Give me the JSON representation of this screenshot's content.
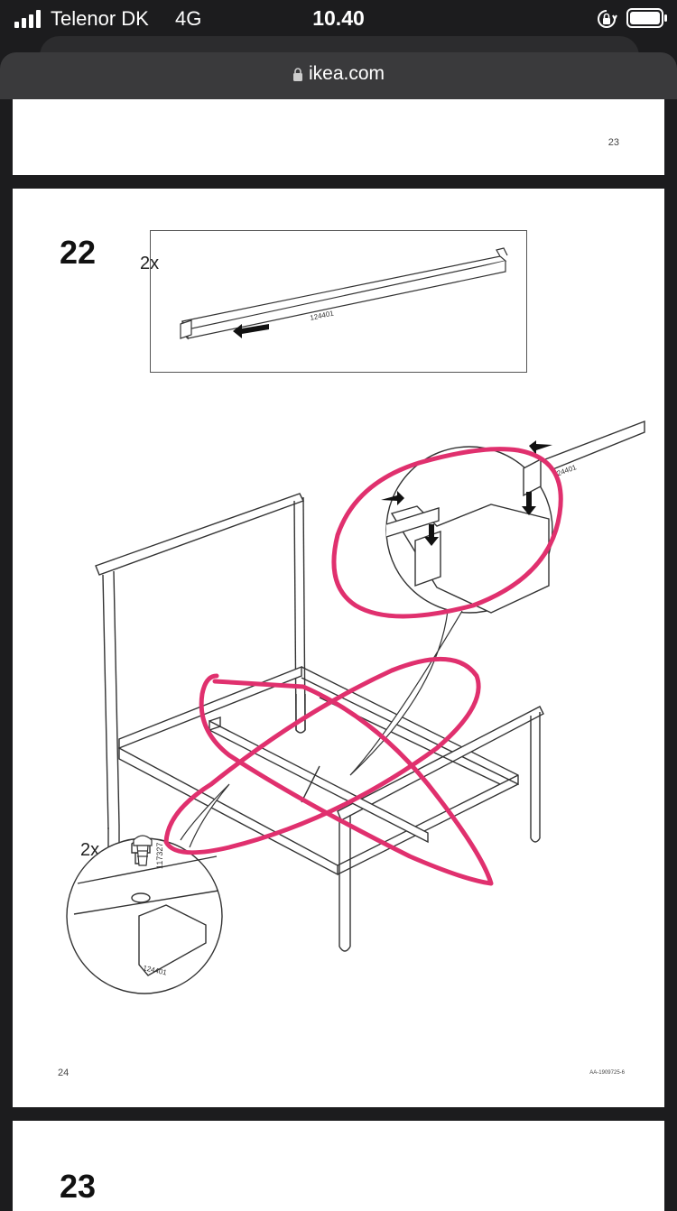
{
  "status_bar": {
    "carrier": "Telenor DK",
    "network": "4G",
    "time": "10.40"
  },
  "browser": {
    "url": "ikea.com"
  },
  "pages": {
    "top": {
      "page_number": "23"
    },
    "main": {
      "step_number": "22",
      "part_quantity": "2x",
      "part_code": "124401",
      "screw_quantity": "2x",
      "screw_code": "117327",
      "detail_part_code": "124401",
      "insert_part_code": "124401",
      "page_number": "24",
      "doc_ref": "AA-1909725-6"
    },
    "next": {
      "step_number": "23"
    }
  },
  "colors": {
    "annotation": "#e0306e",
    "background": "#1c1c1e",
    "urlbar": "#3a3a3c"
  },
  "icons": [
    "signal-icon",
    "orientation-lock-icon",
    "battery-icon",
    "lock-icon",
    "arrow-left-icon",
    "arrow-down-icon"
  ]
}
